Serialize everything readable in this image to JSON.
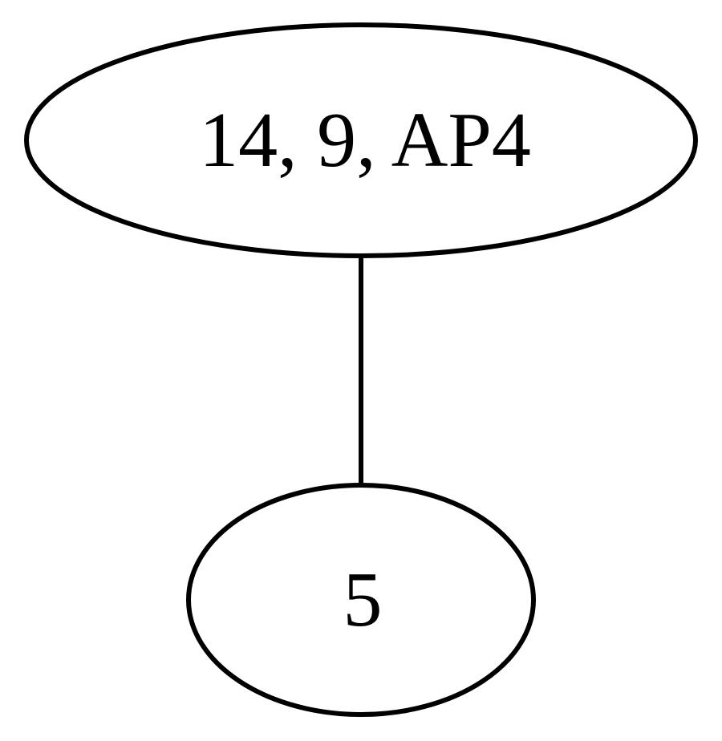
{
  "diagram": {
    "type": "tree",
    "nodes": [
      {
        "id": "root",
        "label": "14, 9, AP4"
      },
      {
        "id": "child",
        "label": "5"
      }
    ],
    "edges": [
      {
        "from": "root",
        "to": "child"
      }
    ]
  }
}
